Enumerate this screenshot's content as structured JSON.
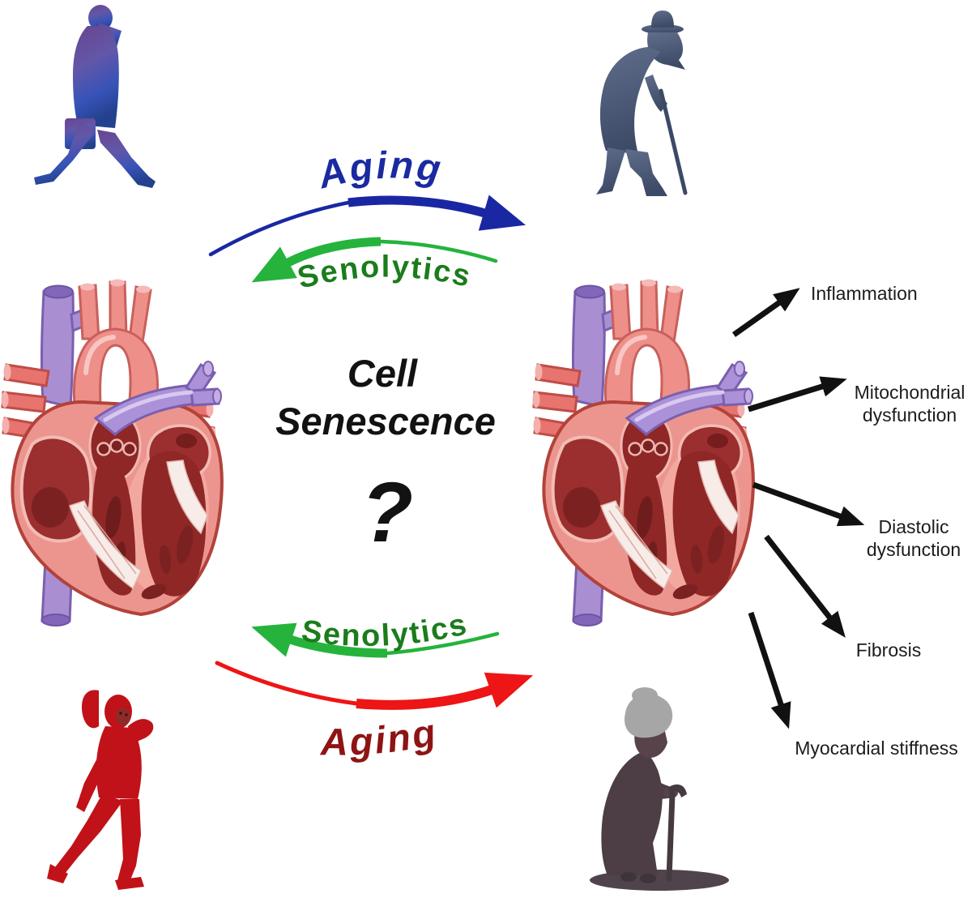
{
  "top_cycle": {
    "aging_label": "Aging",
    "senolytics_label": "Senolytics"
  },
  "bottom_cycle": {
    "senolytics_label": "Senolytics",
    "aging_label": "Aging"
  },
  "center": {
    "title_line1": "Cell",
    "title_line2": "Senescence",
    "question_mark": "?"
  },
  "consequences": [
    {
      "lines": [
        "Inflammation"
      ]
    },
    {
      "lines": [
        "Mitochondrial",
        "dysfunction"
      ]
    },
    {
      "lines": [
        "Diastolic",
        "dysfunction"
      ]
    },
    {
      "lines": [
        "Fibrosis"
      ]
    },
    {
      "lines": [
        "Myocardial stiffness"
      ]
    }
  ],
  "figures": {
    "top_left": "young-man-walking-with-phone",
    "top_right": "elderly-man-with-cane",
    "middle_left": "healthy-heart-cross-section",
    "middle_right": "aged-heart-cross-section",
    "bottom_left": "young-woman-walking-with-phone",
    "bottom_right": "elderly-woman-with-cane"
  },
  "colors": {
    "aging_arrow_top": "#1a27a3",
    "aging_text_top": "#1b2aa1",
    "senolytics_arrow": "#25b33c",
    "senolytics_text": "#1b7c1b",
    "aging_arrow_bottom": "#ed1515",
    "aging_text_bottom": "#8e1414",
    "consequence_arrow": "#111111",
    "consequence_text": "#1c1c1c"
  }
}
